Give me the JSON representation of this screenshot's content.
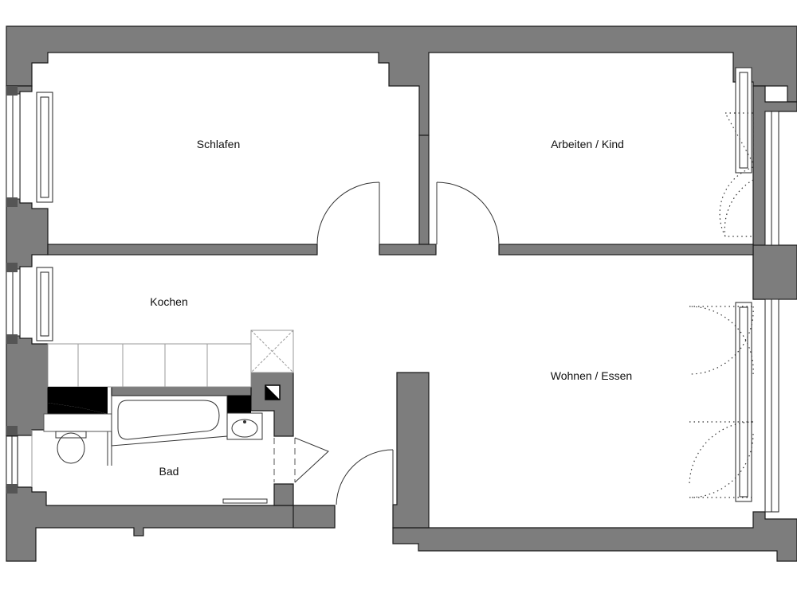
{
  "rooms": {
    "schlafen": "Schlafen",
    "arbeiten": "Arbeiten / Kind",
    "kochen": "Kochen",
    "wohnen": "Wohnen / Essen",
    "bad": "Bad"
  },
  "colors": {
    "wall": "#7d7d7d",
    "wall_edge": "#1a1a1a",
    "background": "#ffffff",
    "fixture": "#000000"
  }
}
